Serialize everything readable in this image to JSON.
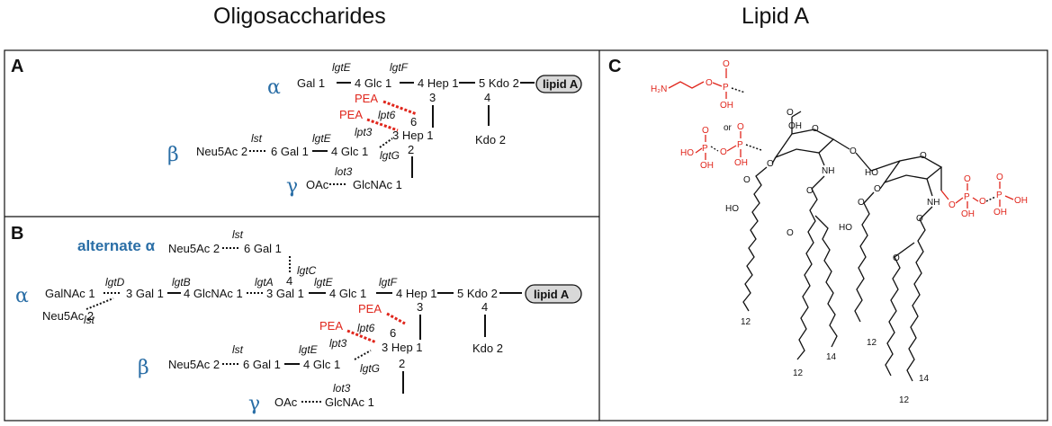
{
  "headers": {
    "left": "Oligosaccharides",
    "right": "Lipid A"
  },
  "panels": {
    "a": "A",
    "b": "B",
    "c": "C"
  },
  "greek": {
    "alpha": "α",
    "beta": "β",
    "gamma": "γ",
    "alternate_alpha": "alternate α"
  },
  "panel_a": {
    "gal": "Gal 1",
    "glc_top": "4 Glc 1",
    "hep_top": "4 Hep 1",
    "kdo": "5 Kdo 2",
    "lipid": "lipid A",
    "lgtE_1": "lgtE",
    "lgtF": "lgtF",
    "pea_1": "PEA",
    "pea_2": "PEA",
    "lpt6": "lpt6",
    "lpt3": "lpt3",
    "n3": "3",
    "n6": "6",
    "n4": "4",
    "hep_mid": "3 Hep 1",
    "kdo2": "Kdo 2",
    "n2": "2",
    "lst": "lst",
    "lgtE_2": "lgtE",
    "neu5ac": "Neu5Ac 2",
    "gal6": "6 Gal 1",
    "glc_mid": "4 Glc 1",
    "lgtG": "lgtG",
    "lot3": "lot3",
    "oac": "OAc",
    "glcnac": "GlcNAc 1"
  },
  "panel_b": {
    "lst_top": "lst",
    "neu5ac_top": "Neu5Ac 2",
    "gal6_top": "6 Gal 1",
    "lgtC": "lgtC",
    "n4_top": "4",
    "lgtD": "lgtD",
    "lgtB": "lgtB",
    "lgtA": "lgtA",
    "lgtE_1": "lgtE",
    "lgtF": "lgtF",
    "galnac": "GalNAc 1",
    "gal3": "3 Gal 1",
    "glcnac4": "4 GlcNAc 1",
    "gal3b": "3 Gal 1",
    "glc4": "4 Glc 1",
    "hep4": "4 Hep 1",
    "kdo5": "5 Kdo 2",
    "lipid": "lipid A",
    "neu5ac_l": "Neu5Ac 2",
    "lst_l": "lst",
    "n3": "3",
    "n4": "4",
    "pea_1": "PEA",
    "pea_2": "PEA",
    "lpt6": "lpt6",
    "n6": "6",
    "lpt3": "lpt3",
    "hep_mid": "3 Hep 1",
    "kdo2": "Kdo 2",
    "lst_b": "lst",
    "lgtE_2": "lgtE",
    "neu5ac_b": "Neu5Ac 2",
    "gal6_b": "6 Gal 1",
    "glc_b": "4 Glc 1",
    "lgtG": "lgtG",
    "n2": "2",
    "lot3": "lot3",
    "oac": "OAc",
    "glcnac_b": "GlcNAc 1"
  },
  "panel_c": {
    "h2n": "H₂N",
    "or": "or",
    "ho": "HO",
    "oh": "OH",
    "o": "O",
    "p": "P",
    "nh": "NH",
    "c12a": "12",
    "c12b": "12",
    "c14a": "14",
    "c12c": "12",
    "c12d": "12",
    "c14b": "14"
  }
}
